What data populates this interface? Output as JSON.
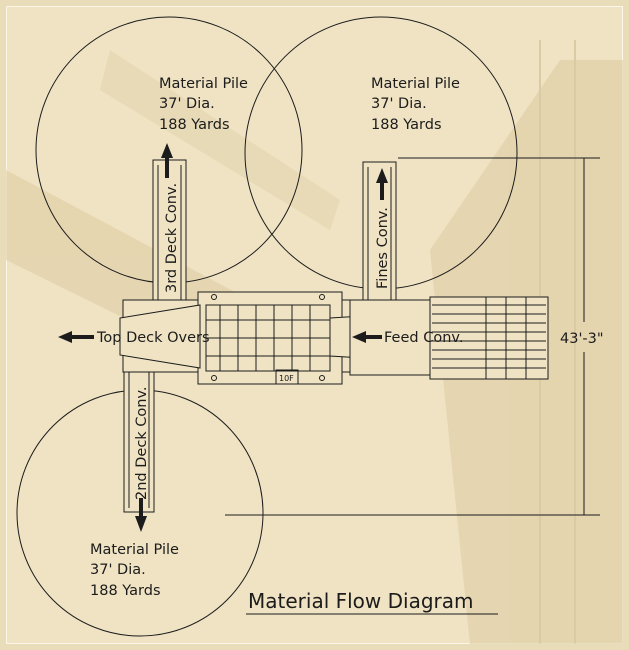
{
  "diagram": {
    "title": "Material Flow Diagram",
    "piles": [
      {
        "id": "pile-top-left",
        "lines": [
          "Material Pile",
          "37' Dia.",
          "188 Yards"
        ]
      },
      {
        "id": "pile-top-right",
        "lines": [
          "Material Pile",
          "37' Dia.",
          "188 Yards"
        ]
      },
      {
        "id": "pile-bottom-left",
        "lines": [
          "Material Pile",
          "37' Dia.",
          "188 Yards"
        ]
      }
    ],
    "conveyors": {
      "third_deck": "3rd Deck Conv.",
      "fines": "Fines Conv.",
      "second_deck": "2nd Deck Conv.",
      "top_deck_overs": "Top Deck Overs",
      "feed": "Feed Conv."
    },
    "dimension": "43'-3\"",
    "plate_label": "10F",
    "colors": {
      "background": "#e9dcb9",
      "paper": "#efe3c3",
      "line": "#1c1c1c",
      "shadow": "#d9c9a0"
    }
  }
}
